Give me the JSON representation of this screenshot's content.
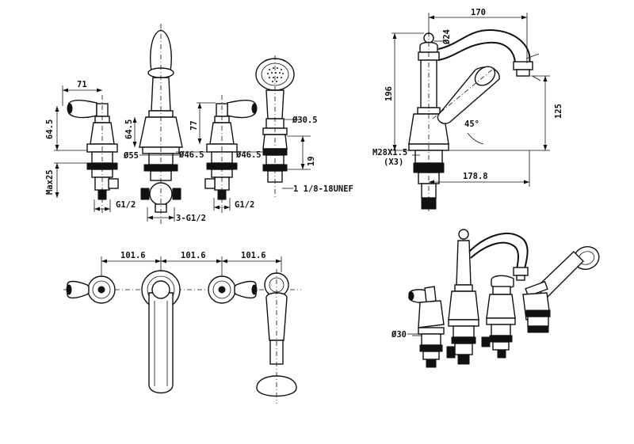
{
  "front_view": {
    "dim_71": "71",
    "dim_64_5_left": "64.5",
    "dim_max25": "Max25",
    "dim_g12_left": "G1/2",
    "dim_64_5_spout": "64.5",
    "dim_d55": "Ø55",
    "dim_3g12": "3-G1/2",
    "dim_77": "77",
    "dim_d46_5_a": "Ø46.5",
    "dim_d46_5_b": "Ø46.5",
    "dim_g12_right": "G1/2",
    "dim_d30_5": "Ø30.5",
    "dim_19": "19",
    "dim_thread": "1 1/8-18UNEF"
  },
  "side_view": {
    "dim_170": "170",
    "dim_d24": "Ø24",
    "dim_196": "196",
    "dim_125": "125",
    "dim_45deg": "45°",
    "dim_m28": "M28X1.5",
    "dim_x3": "(X3)",
    "dim_178_8": "178.8"
  },
  "top_view": {
    "dim_101_6_a": "101.6",
    "dim_101_6_b": "101.6",
    "dim_101_6_c": "101.6"
  },
  "iso_view": {
    "dim_d30": "Ø30"
  }
}
